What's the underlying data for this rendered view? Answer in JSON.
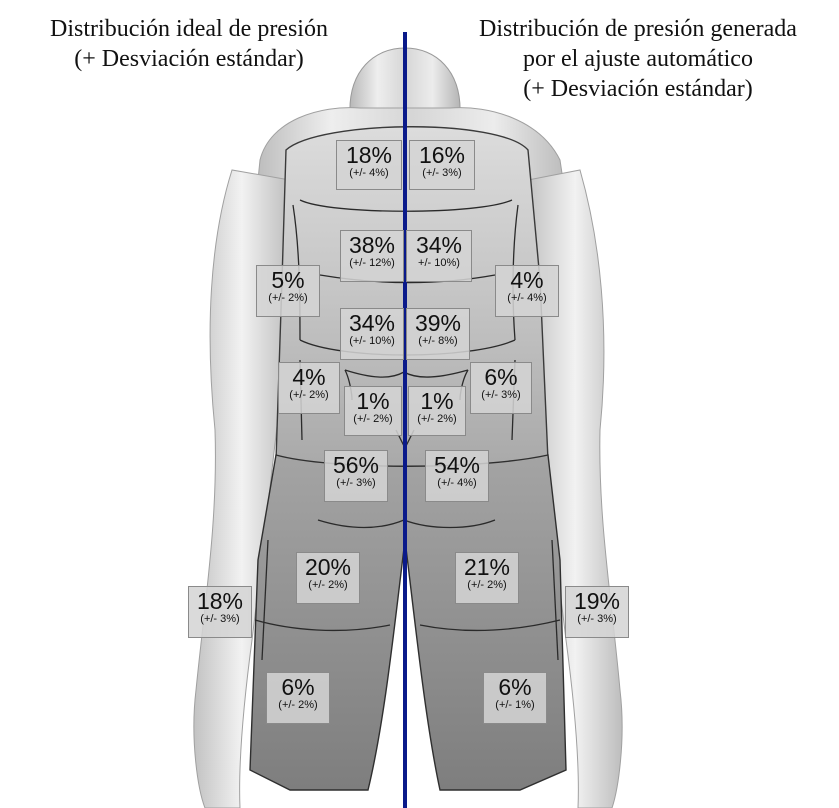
{
  "titles": {
    "left_line1": "Distribución ideal de presión",
    "left_line2": "(+ Desviación estándar)",
    "right_line1": "Distribución de presión generada",
    "right_line2": "por el ajuste automático",
    "right_line3": "(+ Desviación estándar)"
  },
  "colors": {
    "divider": "#0a1a8a",
    "body_light": "#e2e2e2",
    "body_dark": "#8f8f8f",
    "label_bg": "#d4d4d4"
  },
  "regions": {
    "upper_back": {
      "ideal": {
        "pct": "18%",
        "dev": "(+/- 4%)"
      },
      "auto": {
        "pct": "16%",
        "dev": "(+/- 3%)"
      }
    },
    "mid_back": {
      "ideal": {
        "pct": "38%",
        "dev": "(+/- 12%)"
      },
      "auto": {
        "pct": "34%",
        "dev": "+/- 10%)"
      }
    },
    "lower_back": {
      "ideal": {
        "pct": "34%",
        "dev": "(+/- 10%)"
      },
      "auto": {
        "pct": "39%",
        "dev": "(+/- 8%)"
      }
    },
    "side_torso": {
      "ideal": {
        "pct": "5%",
        "dev": "(+/- 2%)"
      },
      "auto": {
        "pct": "4%",
        "dev": "(+/- 4%)"
      }
    },
    "hip": {
      "ideal": {
        "pct": "4%",
        "dev": "(+/- 2%)"
      },
      "auto": {
        "pct": "6%",
        "dev": "(+/- 3%)"
      }
    },
    "sacrum": {
      "ideal": {
        "pct": "1%",
        "dev": "(+/- 2%)"
      },
      "auto": {
        "pct": "1%",
        "dev": "(+/- 2%)"
      }
    },
    "buttock": {
      "ideal": {
        "pct": "56%",
        "dev": "(+/- 3%)"
      },
      "auto": {
        "pct": "54%",
        "dev": "(+/- 4%)"
      }
    },
    "inner_thigh": {
      "ideal": {
        "pct": "20%",
        "dev": "(+/- 2%)"
      },
      "auto": {
        "pct": "21%",
        "dev": "(+/- 2%)"
      }
    },
    "outer_thigh": {
      "ideal": {
        "pct": "18%",
        "dev": "(+/- 3%)"
      },
      "auto": {
        "pct": "19%",
        "dev": "(+/- 3%)"
      }
    },
    "lower_thigh": {
      "ideal": {
        "pct": "6%",
        "dev": "(+/- 2%)"
      },
      "auto": {
        "pct": "6%",
        "dev": "(+/- 1%)"
      }
    }
  }
}
